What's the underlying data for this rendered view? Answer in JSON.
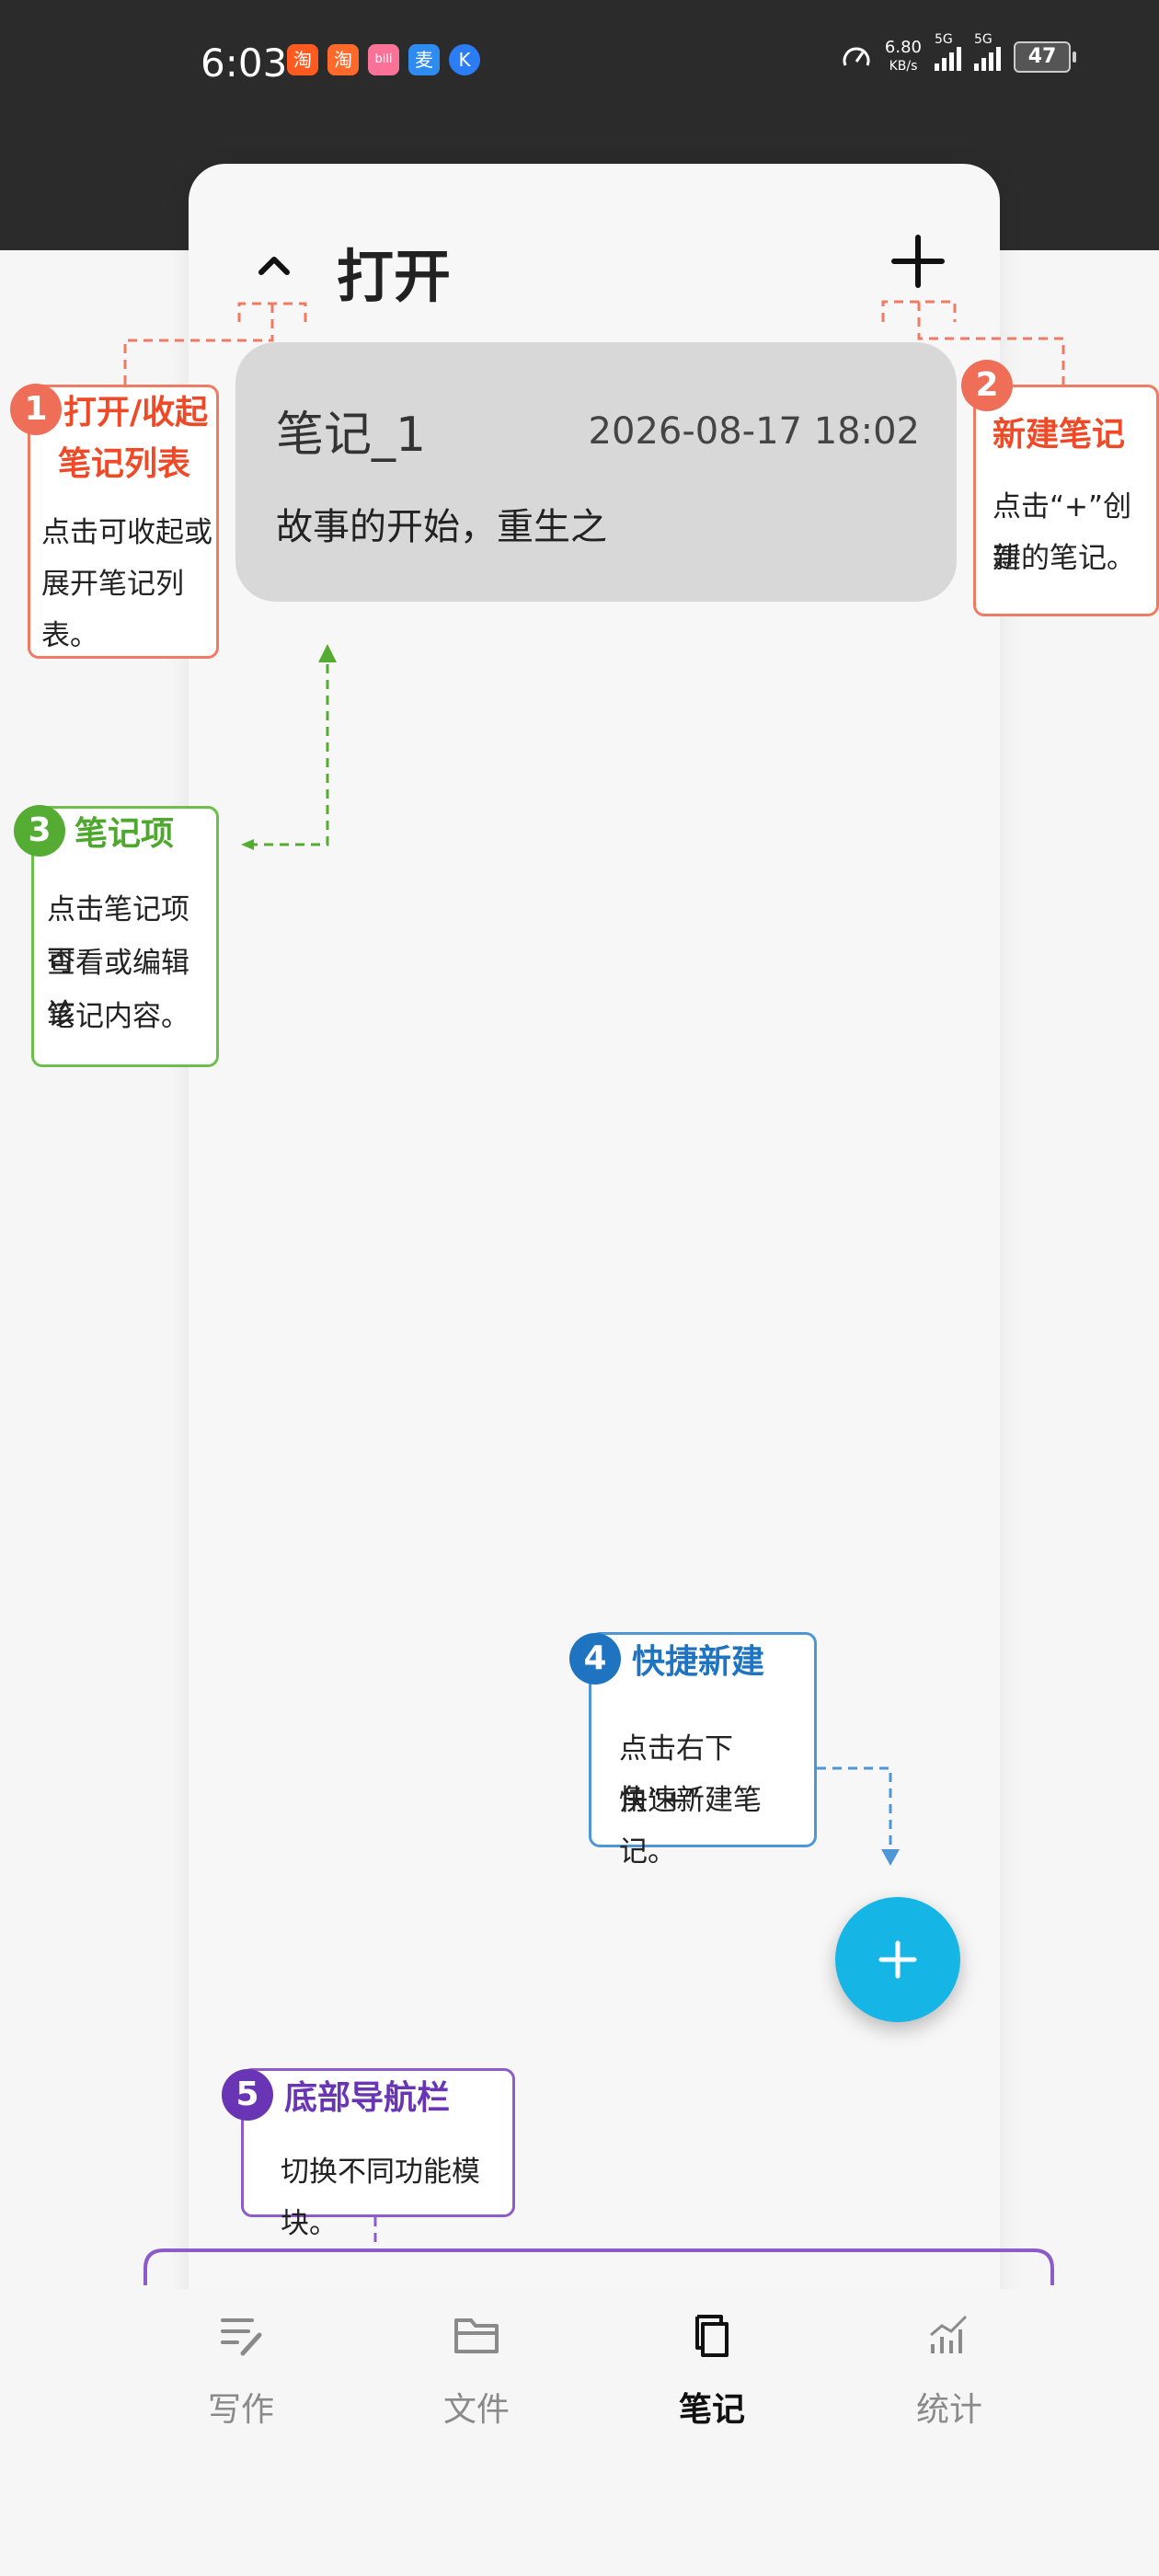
{
  "status_bar": {
    "time": "6:03",
    "app_icons": [
      {
        "glyph": "淘",
        "color": "#ff5a1f"
      },
      {
        "glyph": "淘",
        "color": "#ff6a2a"
      },
      {
        "glyph": "bili",
        "color": "#fb7299"
      },
      {
        "glyph": "麦",
        "color": "#2e8cf0"
      },
      {
        "glyph": "K",
        "color": "#2a7df5"
      }
    ],
    "network_speed": "6.80",
    "network_unit": "KB/s",
    "signal_1": "5G",
    "signal_2": "5G",
    "battery": "47"
  },
  "header": {
    "collapse_icon": "chevron-up-icon",
    "title": "打开",
    "new_icon": "plus-icon"
  },
  "notes": [
    {
      "name": "笔记_1",
      "date": "2026-08-17 18:02",
      "preview": "故事的开始，重生之"
    }
  ],
  "callouts": {
    "c1": {
      "number": "1",
      "title_line1": "打开/收起",
      "title_line2": "笔记列表",
      "body_line1": "点击可收起或",
      "body_line2": "展开笔记列表。"
    },
    "c2": {
      "number": "2",
      "title": "新建笔记",
      "body_line1": "点击“+”创建",
      "body_line2": "新的笔记。"
    },
    "c3": {
      "number": "3",
      "title": "笔记项",
      "body_line1": "点击笔记项可",
      "body_line2": "查看或编辑该",
      "body_line3": "笔记内容。"
    },
    "c4": {
      "number": "4",
      "title": "快捷新建",
      "body_line1": "点击右下角“+”",
      "body_line2": "快速新建笔记。"
    },
    "c5": {
      "number": "5",
      "title": "底部导航栏",
      "body_line1": "切换不同功能模块。"
    }
  },
  "fab_icon": "plus-icon",
  "bottom_nav": [
    {
      "label": "写作",
      "icon": "write-icon",
      "active": false
    },
    {
      "label": "文件",
      "icon": "folder-icon",
      "active": false
    },
    {
      "label": "笔记",
      "icon": "notes-icon",
      "active": true
    },
    {
      "label": "统计",
      "icon": "stats-icon",
      "active": false
    }
  ],
  "colors": {
    "accent_red": "#ee4a28",
    "accent_green": "#4ea82e",
    "accent_blue": "#1f74c2",
    "accent_purple": "#6a35b4",
    "fab": "#15b5e6"
  }
}
